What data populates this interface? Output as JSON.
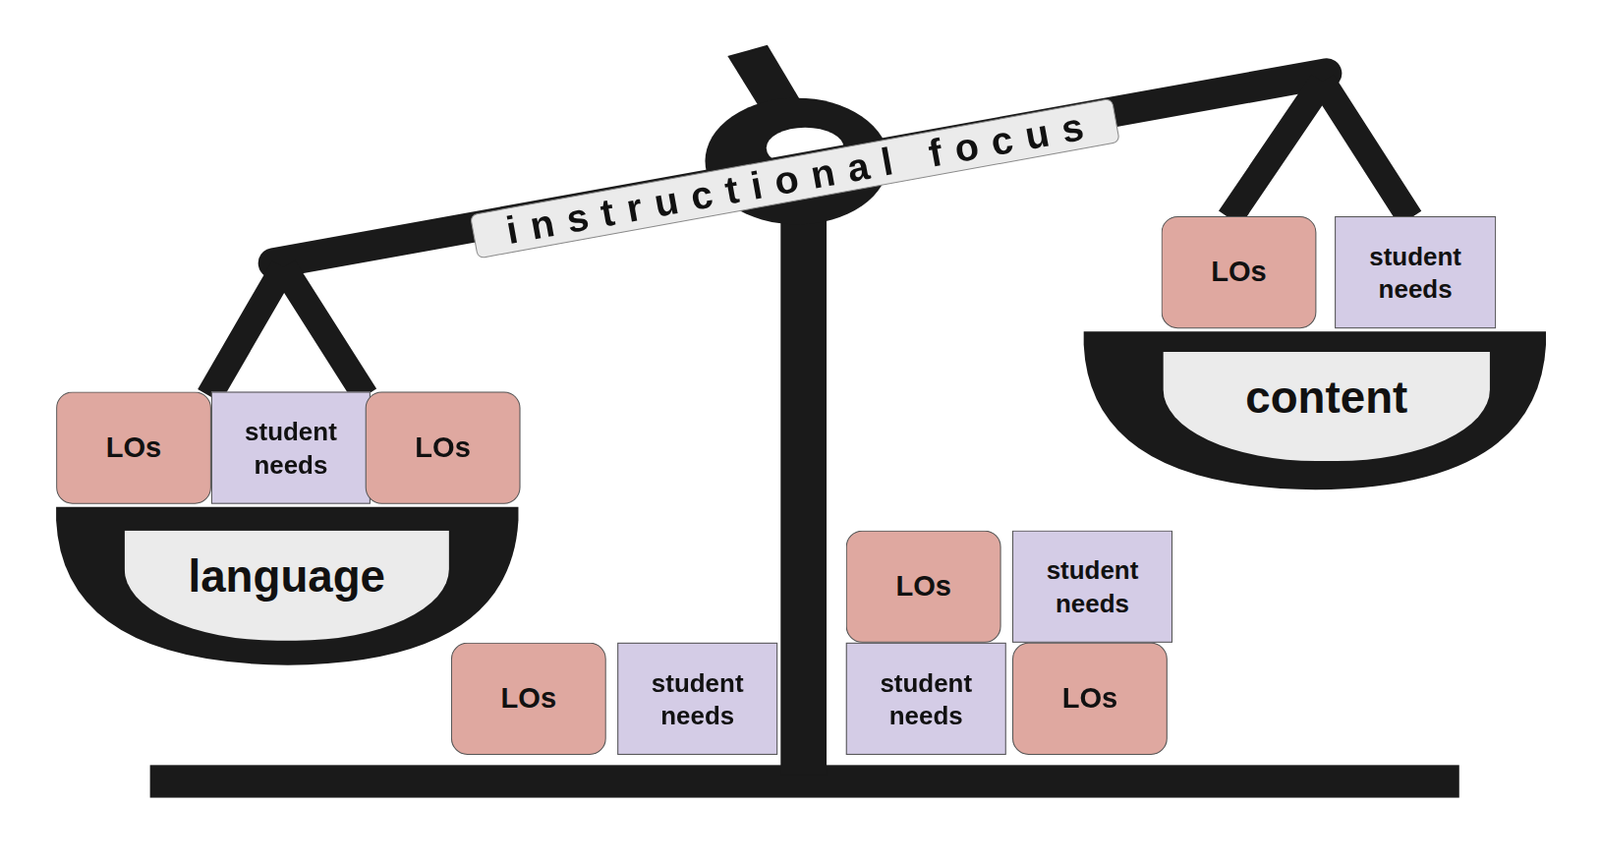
{
  "diagram": {
    "nodes": [
      {
        "text": [
          "instructional focus"
        ]
      },
      {
        "text": [
          "LOs"
        ]
      },
      {
        "text": [
          "student needs"
        ]
      },
      {
        "text": [
          "content"
        ]
      },
      {
        "text": [
          "LOs"
        ]
      },
      {
        "text": [
          "student needs"
        ]
      },
      {
        "text": [
          "LOs"
        ]
      },
      {
        "text": [
          "language"
        ]
      },
      {
        "text": [
          "LOs"
        ]
      },
      {
        "text": [
          "student needs"
        ]
      },
      {
        "text": [
          "LOs"
        ]
      },
      {
        "text": [
          "student needs"
        ]
      },
      {
        "text": [
          "student needs"
        ]
      },
      {
        "text": [
          "LOs"
        ]
      }
    ]
  }
}
